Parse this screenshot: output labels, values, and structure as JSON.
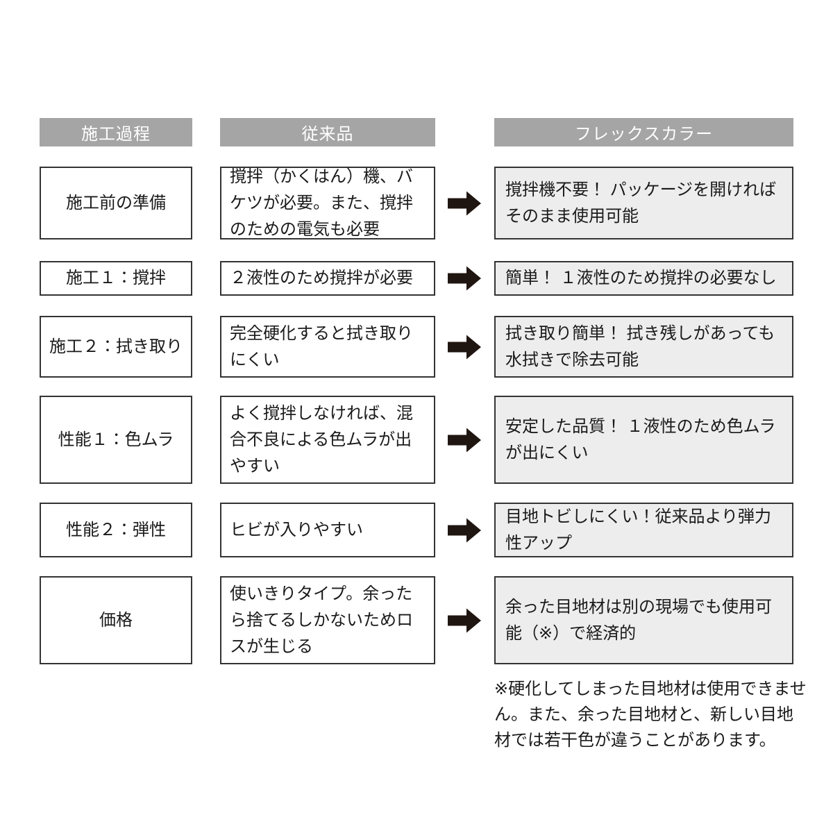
{
  "colors": {
    "header_background": "#a5a5a5",
    "header_text": "#ffffff",
    "box_border": "#333333",
    "flexcolor_box_background": "#ededed",
    "body_text": "#1a1a1a",
    "arrow": "#201611"
  },
  "headers": {
    "process": "施工過程",
    "conventional": "従来品",
    "flexcolor": "フレックスカラー"
  },
  "icons": {
    "arrow": "arrow-right"
  },
  "rows": [
    {
      "process": "施工前の準備",
      "conventional": "撹拌（かくはん）機、バケツが必要。また、撹拌のための電気も必要",
      "flexcolor": "撹拌機不要！ パッケージを開ければそのまま使用可能"
    },
    {
      "process": "施工１：撹拌",
      "conventional": "２液性のため撹拌が必要",
      "flexcolor": "簡単！ １液性のため撹拌の必要なし"
    },
    {
      "process": "施工２：拭き取り",
      "conventional": "完全硬化すると拭き取りにくい",
      "flexcolor": "拭き取り簡単！ 拭き残しがあっても水拭きで除去可能"
    },
    {
      "process": "性能１：色ムラ",
      "conventional": "よく撹拌しなければ、混合不良による色ムラが出やすい",
      "flexcolor": "安定した品質！ １液性のため色ムラが出にくい"
    },
    {
      "process": "性能２：弾性",
      "conventional": "ヒビが入りやすい",
      "flexcolor": "目地トビしにくい！従来品より弾力性アップ"
    },
    {
      "process": "価格",
      "conventional": "使いきりタイプ。余ったら捨てるしかないためロスが生じる",
      "flexcolor": "余った目地材は別の現場でも使用可能（※）で経済的"
    }
  ],
  "footnote": "※硬化してしまった目地材は使用できません。また、余った目地材と、新しい目地材では若干色が違うことがあります。"
}
